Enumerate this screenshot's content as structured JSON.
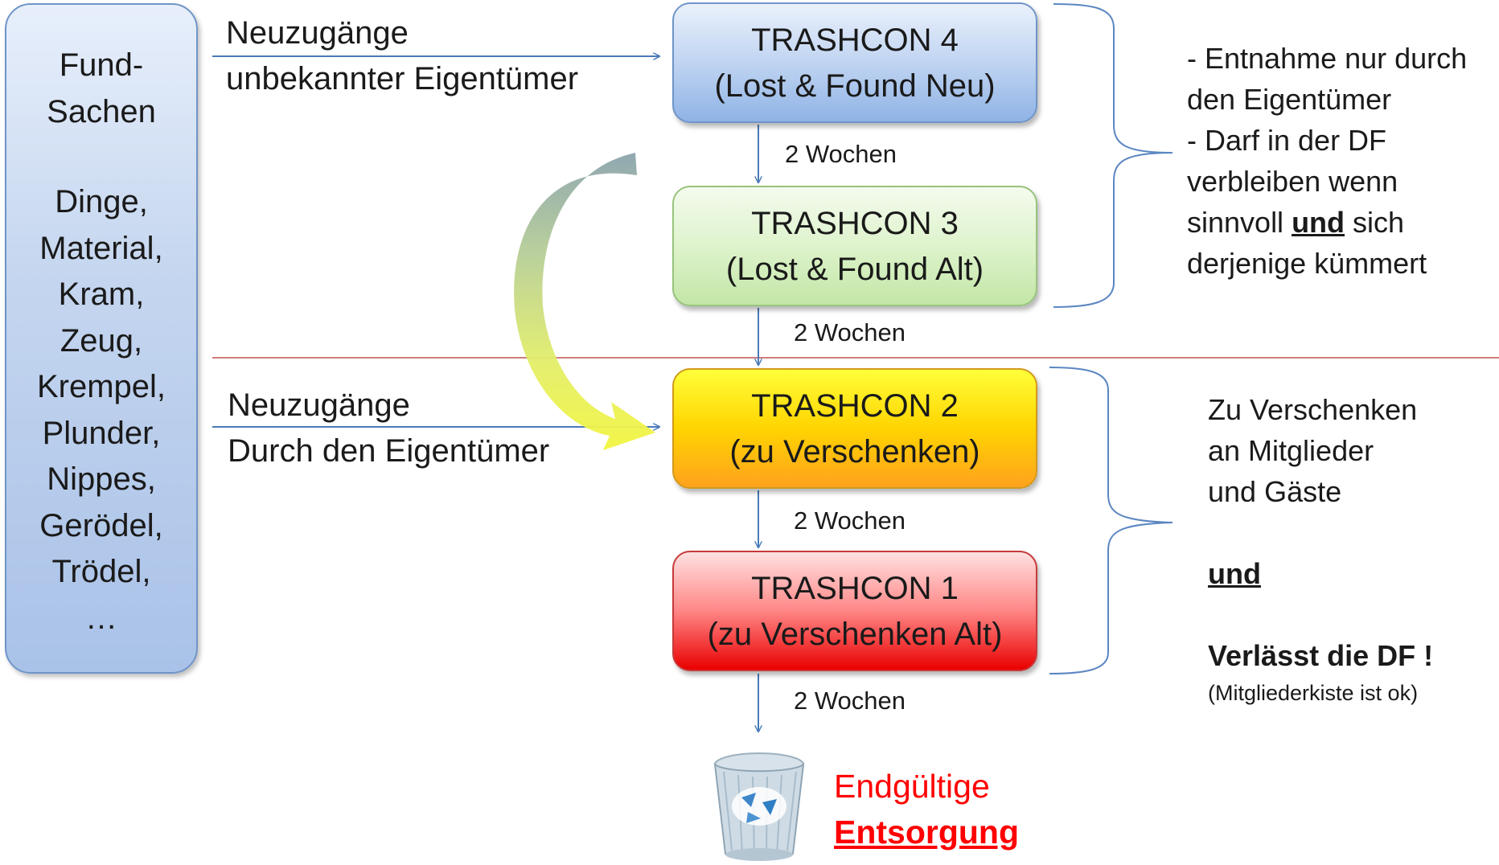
{
  "left": {
    "title_lines": [
      "Fund-",
      "Sachen"
    ],
    "items": [
      "Dinge,",
      "Material,",
      "Kram,",
      "Zeug,",
      "Krempel,",
      "Plunder,",
      "Nippes,",
      "Gerödel,",
      "Trödel,",
      "…"
    ]
  },
  "inputs": [
    {
      "line1": "Neuzugänge",
      "line2": "unbekannter Eigentümer"
    },
    {
      "line1": "Neuzugänge",
      "line2": "Durch den Eigentümer"
    }
  ],
  "boxes": [
    {
      "title": "TRASHCON 4",
      "subtitle": "(Lost & Found Neu)"
    },
    {
      "title": "TRASHCON 3",
      "subtitle": "(Lost & Found Alt)"
    },
    {
      "title": "TRASHCON 2",
      "subtitle": "(zu Verschenken)"
    },
    {
      "title": "TRASHCON 1",
      "subtitle": "(zu Verschenken Alt)"
    }
  ],
  "durations": [
    "2 Wochen",
    "2 Wochen",
    "2 Wochen",
    "2 Wochen"
  ],
  "note_top": {
    "lines": [
      "- Entnahme nur durch",
      "den Eigentümer",
      "- Darf in der DF",
      "verbleiben wenn"
    ],
    "line5_pre": "sinnvoll ",
    "line5_bold": "und",
    "line5_post": " sich",
    "line6": "derjenige kümmert"
  },
  "note_bottom": {
    "lines": [
      "Zu Verschenken",
      "an Mitglieder",
      "und Gäste"
    ],
    "und": "und",
    "leaves": "Verlässt die DF !",
    "paren": "(Mitgliederkiste ist ok)"
  },
  "disposal": {
    "line1": "Endgültige",
    "line2": "Entsorgung"
  },
  "colors": {
    "arrow": "#4a7ab8",
    "divider": "#c0504d",
    "disposal": "#ff0000",
    "bracket": "#5b86c2"
  }
}
